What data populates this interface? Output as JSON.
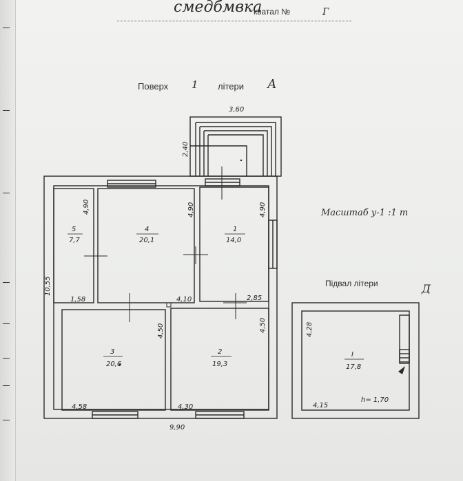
{
  "header": {
    "settlement": "смедбмвка",
    "quarter_label": "кватал №",
    "quarter_value": "Г"
  },
  "floor": {
    "floor_label": "Поверх",
    "floor_value": "1",
    "letter_label": "літери",
    "letter_value": "А"
  },
  "scale": {
    "label": "Масштаб",
    "value": "1:1m",
    "text": "Масштаб у-1 :1 m"
  },
  "annex": {
    "label": "Підвал літери",
    "value": "Д"
  },
  "dimensions": {
    "top_width": "3,60",
    "porch_depth": "2,40",
    "overall_height": "10,55",
    "overall_width": "9,90",
    "room5_h": "4,90",
    "room5_w": "1,58",
    "room4_h": "4,90",
    "room4_w": "4,10",
    "room1_h": "4,90",
    "room1_w": "2,85",
    "room3_h": "4,50",
    "room3_w": "4,58",
    "room2_h": "4,50",
    "room2_w": "4,30",
    "roomI_h": "4,28",
    "roomI_w": "4,15",
    "roomI_height": "h= 1,70"
  },
  "rooms": [
    {
      "num": "5",
      "area": "7,7"
    },
    {
      "num": "4",
      "area": "20,1"
    },
    {
      "num": "1",
      "area": "14,0"
    },
    {
      "num": "3",
      "area": "20,6"
    },
    {
      "num": "2",
      "area": "19,3"
    },
    {
      "num": "I",
      "area": "17,8"
    }
  ]
}
